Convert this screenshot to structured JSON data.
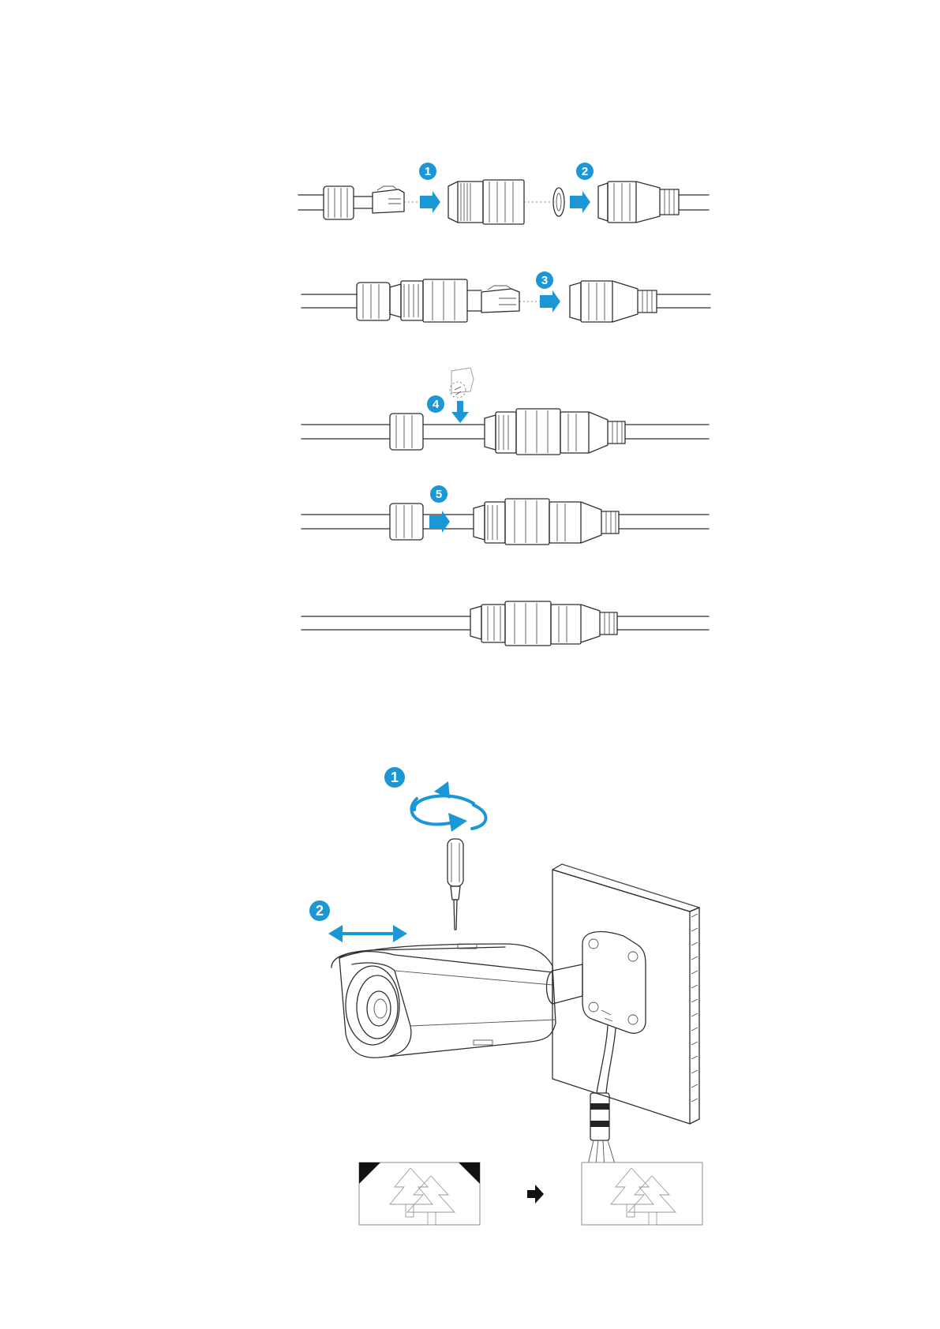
{
  "figure": {
    "connector_steps": [
      "1",
      "2",
      "3",
      "4",
      "5"
    ],
    "install_steps": [
      "1",
      "2"
    ]
  },
  "colors": {
    "accent": "#1b97d6",
    "line": "#2f2f2f",
    "background": "#ffffff",
    "arrow_dark": "#111111"
  },
  "icons": {
    "step_arrow": "right-arrow-icon",
    "down_arrow": "down-arrow-icon",
    "rotate": "rotate-arrows-icon",
    "horizontal": "double-arrow-icon"
  }
}
